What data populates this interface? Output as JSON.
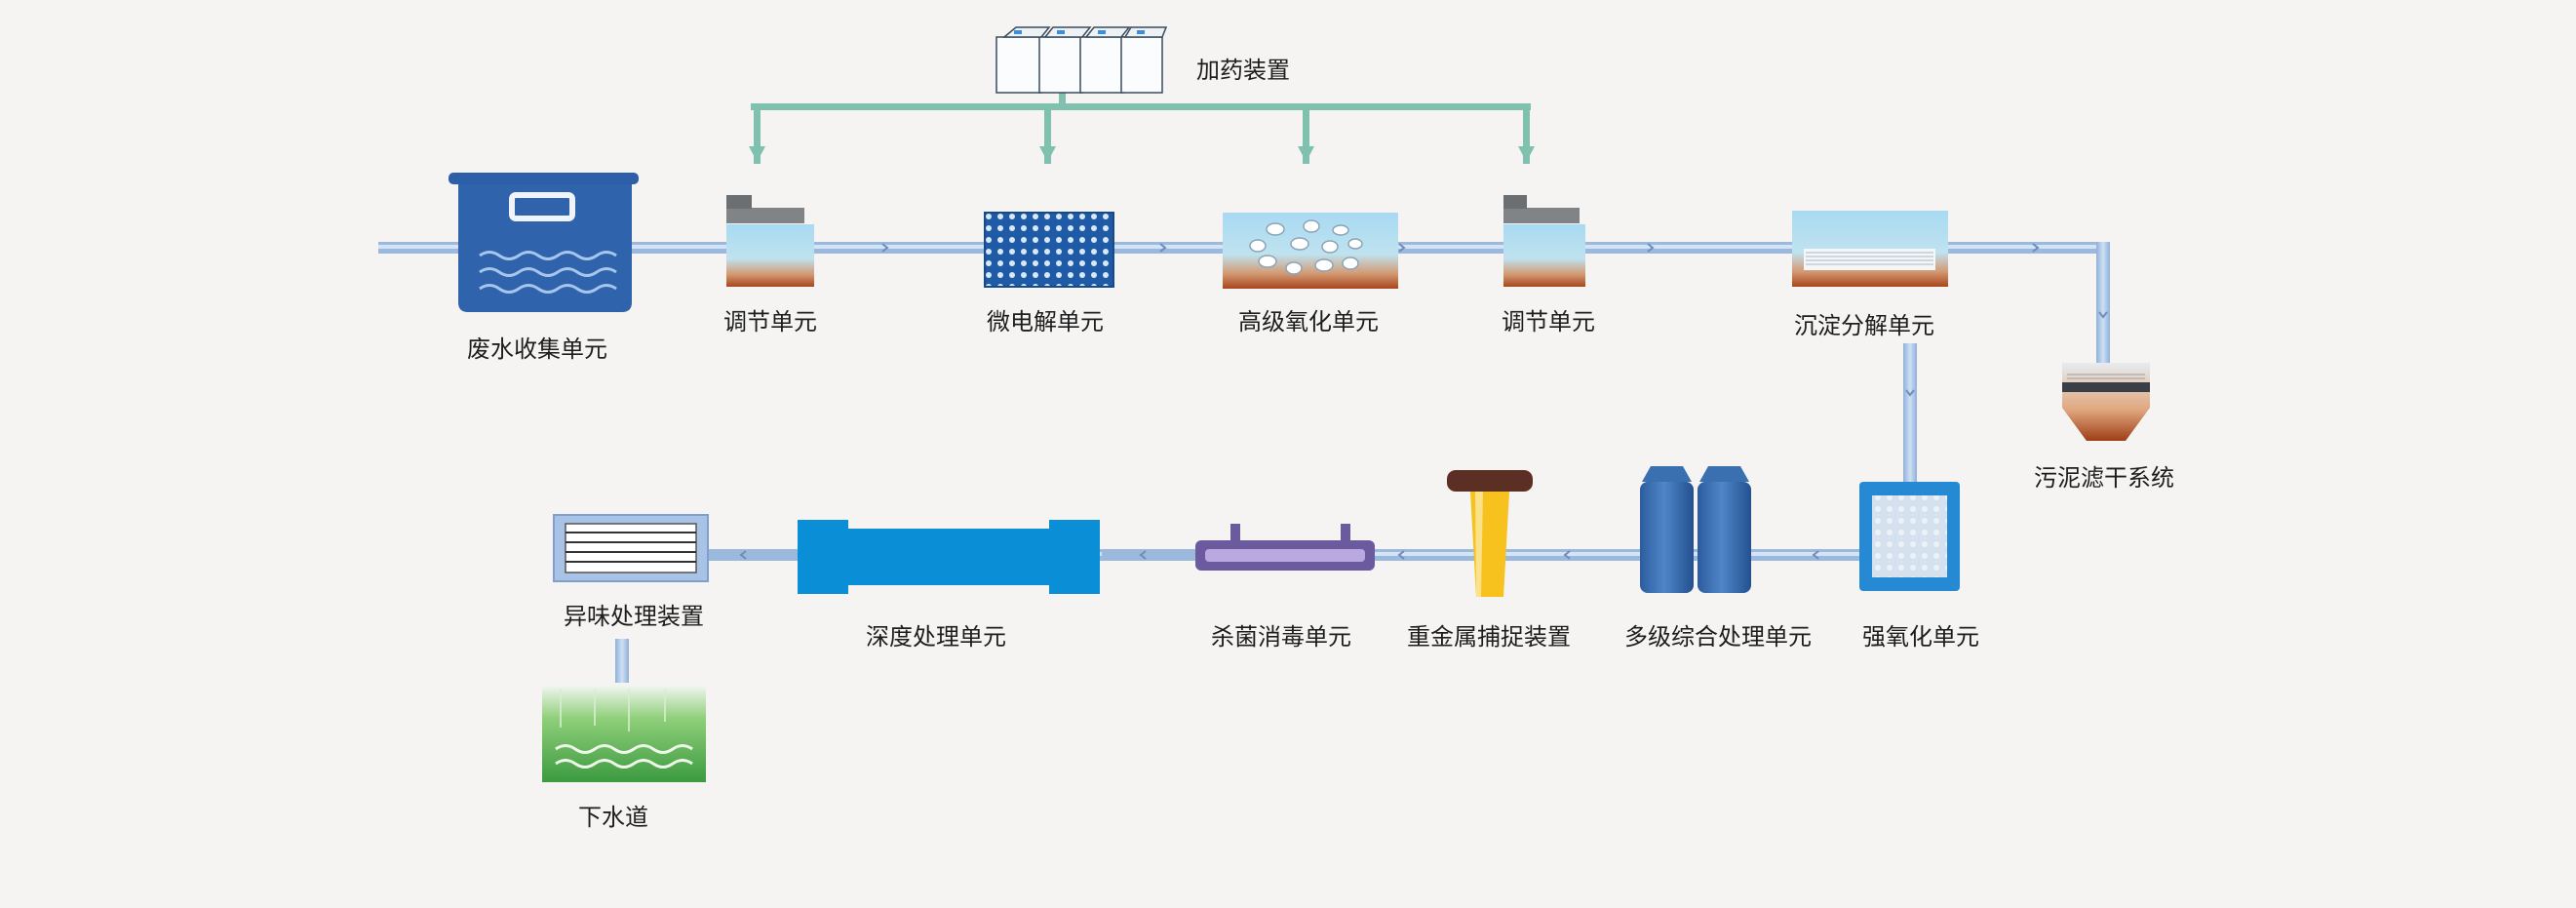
{
  "diagram": {
    "dosing": {
      "label": "加药装置"
    },
    "units": {
      "collection": "废水收集单元",
      "regulate1": "调节单元",
      "micro_electrolysis": "微电解单元",
      "advanced_oxidation": "高级氧化单元",
      "regulate2": "调节单元",
      "sedimentation": "沉淀分解单元",
      "sludge_filter": "污泥滤干系统",
      "strong_oxidation": "强氧化单元",
      "multi_stage": "多级综合处理单元",
      "heavy_metal": "重金属捕捉装置",
      "sterilization": "杀菌消毒单元",
      "deep_treatment": "深度处理单元",
      "odor": "异味处理装置",
      "sewer": "下水道"
    },
    "colors": {
      "pipe_blue": "#9ab9dd",
      "dosing_green": "#7fc0ae",
      "tank_blue": "#2d5fa8",
      "water_light": "#a9d9f1",
      "sludge": "#b45a2e",
      "deep_blue": "#0a8fd6",
      "sewer_green": "#4ea84c",
      "yellow": "#f7c21e"
    }
  }
}
